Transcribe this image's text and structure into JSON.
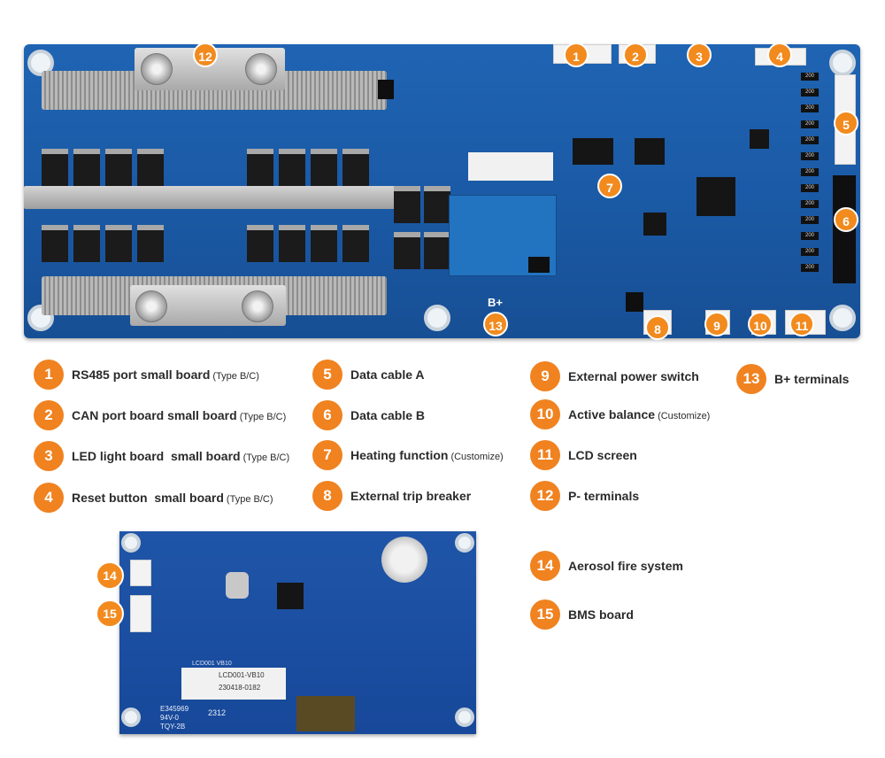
{
  "colors": {
    "accent": "#f08220",
    "board_blue": "#1c5fac",
    "text": "#2b2b2b"
  },
  "markers": [
    "1",
    "2",
    "3",
    "4",
    "5",
    "6",
    "7",
    "8",
    "9",
    "10",
    "11",
    "12",
    "13",
    "14",
    "15"
  ],
  "board": {
    "bplus_label": "B+",
    "sticker_code_1": "LCD001-VB10",
    "sticker_code_2": "230418-0182",
    "silk_top": "LCD001 VB10",
    "cert_1": "E345969",
    "cert_2": "94V-0",
    "cert_3": "TQY-2B",
    "date_code": "2312",
    "resistor_mark": "200"
  },
  "legend": [
    {
      "num": "1",
      "label": "RS485 port small board",
      "note": "(Type B/C)"
    },
    {
      "num": "2",
      "label": "CAN port board small board",
      "note": "(Type B/C)"
    },
    {
      "num": "3",
      "label": "LED light board  small board",
      "note": "(Type B/C)"
    },
    {
      "num": "4",
      "label": "Reset button  small board",
      "note": "(Type B/C)"
    },
    {
      "num": "5",
      "label": "Data cable A",
      "note": ""
    },
    {
      "num": "6",
      "label": "Data cable B",
      "note": ""
    },
    {
      "num": "7",
      "label": "Heating function",
      "note": "(Customize)"
    },
    {
      "num": "8",
      "label": "External trip breaker",
      "note": ""
    },
    {
      "num": "9",
      "label": "External power switch",
      "note": ""
    },
    {
      "num": "10",
      "label": "Active balance",
      "note": "(Customize)"
    },
    {
      "num": "11",
      "label": "LCD screen",
      "note": ""
    },
    {
      "num": "12",
      "label": "P- terminals",
      "note": ""
    },
    {
      "num": "13",
      "label": "B+ terminals",
      "note": ""
    },
    {
      "num": "14",
      "label": "Aerosol fire system",
      "note": ""
    },
    {
      "num": "15",
      "label": "BMS board",
      "note": ""
    }
  ]
}
